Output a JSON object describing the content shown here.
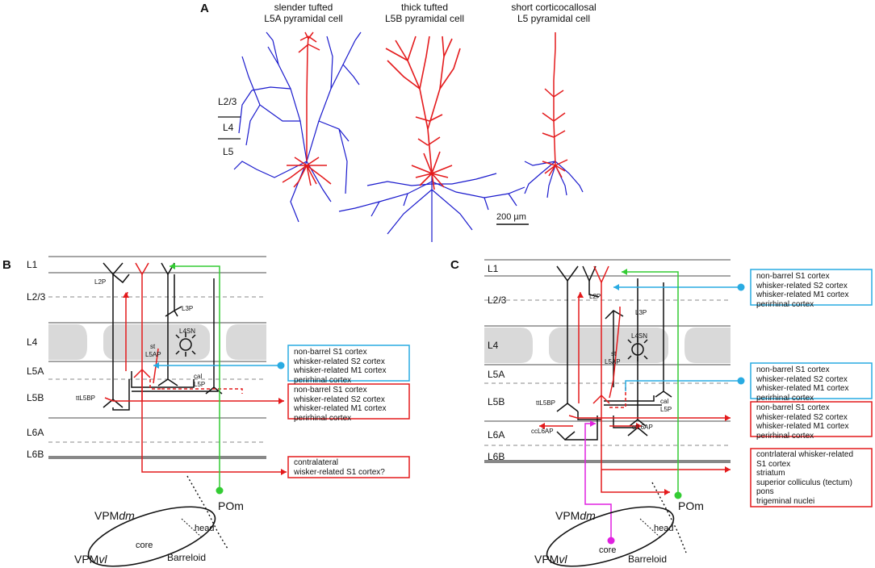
{
  "panel_a": {
    "label": "A",
    "cell1": {
      "line1": "slender tufted",
      "line2": "L5A pyramidal cell"
    },
    "cell2": {
      "line1": "thick tufted",
      "line2": "L5B pyramidal cell"
    },
    "cell3": {
      "line1": "short corticocallosal",
      "line2": "L5 pyramidal cell"
    },
    "layers": [
      "L2/3",
      "L4",
      "L5"
    ],
    "scale_bar": "200 µm"
  },
  "panel_b": {
    "label": "B",
    "layers": [
      "L1",
      "L2/3",
      "L4",
      "L5A",
      "L5B",
      "L6A",
      "L6B"
    ],
    "cells": {
      "l2p": "L2P",
      "l3p": "L3P",
      "l4sn": "L4SN",
      "st": "st",
      "l5ap": "L5AP",
      "cal": "cal",
      "l5p": "L5P",
      "ttl5bp": "ttL5BP"
    },
    "box1": [
      "non-barrel S1 cortex",
      "whisker-related S2 cortex",
      "whisker-related M1 cortex",
      "perirhinal cortex"
    ],
    "box2": [
      "non-barrel S1 cortex",
      "whisker-related S2 cortex",
      "whisker-related M1 cortex",
      "perirhinal cortex"
    ],
    "box3": [
      "contralateral",
      "wisker-related S1 cortex?"
    ],
    "thalamus": {
      "vpmdm": "VPM",
      "vpmdm_sub": "dm",
      "vpmvl": "VPM",
      "vpmvl_sub": "vl",
      "core": "core",
      "head": "head",
      "barreloid": "Barreloid",
      "pom": "POm"
    }
  },
  "panel_c": {
    "label": "C",
    "layers": [
      "L1",
      "L2/3",
      "L4",
      "L5A",
      "L5B",
      "L6A",
      "L6B"
    ],
    "cells": {
      "l2p": "L2P",
      "l3p": "L3P",
      "l4sn": "L4SN",
      "st": "st",
      "l5ap": "L5AP",
      "cal": "cal",
      "l5p": "L5P",
      "ttl5bp": "ttL5BP",
      "ccl6ap": "ccL6AP",
      "ctl6ap": "ctL6AP"
    },
    "box1": [
      "non-barrel S1 cortex",
      "whisker-related S2 cortex",
      "whisker-related M1 cortex",
      "perirhinal cortex"
    ],
    "box2": [
      "non-barrel S1 cortex",
      "whisker-related S2 cortex",
      "whisker-related M1 cortex",
      "perirhinal cortex"
    ],
    "box3": [
      "non-barrel S1 cortex",
      "whisker-related S2 cortex",
      "whisker-related M1 cortex",
      "perirhinal cortex"
    ],
    "box4": [
      "contrlateral whisker-related",
      "S1 cortex",
      "striatum",
      "superior colliculus (tectum)",
      "pons",
      "trigeminal nuclei"
    ],
    "thalamus": {
      "vpmdm": "VPM",
      "vpmdm_sub": "dm",
      "vpmvl": "VPM",
      "vpmvl_sub": "vl",
      "core": "core",
      "head": "head",
      "barreloid": "Barreloid",
      "pom": "POm"
    }
  },
  "colors": {
    "dendrite": "#e41a1c",
    "axon": "#1a1acd",
    "cyan": "#29abe2",
    "green": "#33cc33",
    "magenta": "#e020e0",
    "layer_line": "#888888"
  }
}
